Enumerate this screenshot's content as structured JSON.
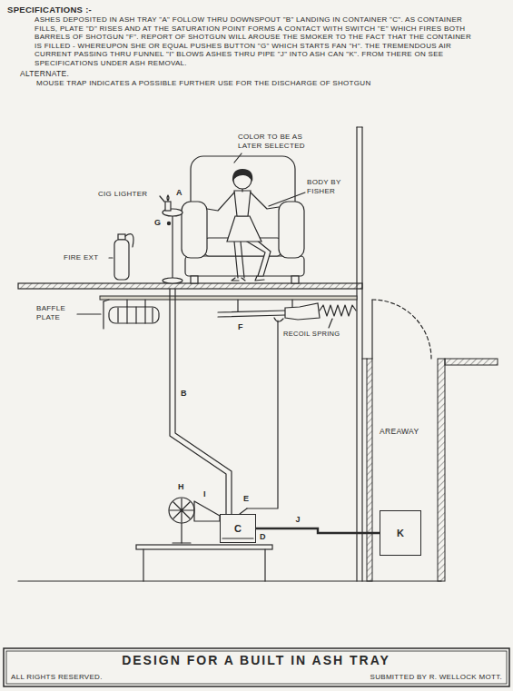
{
  "diagram": {
    "title": "DESIGN FOR A BUILT IN ASH TRAY",
    "nodes": [
      {
        "text": [
          "C"
        ]
      },
      {
        "text": [
          "K"
        ]
      }
    ],
    "edges": [
      {
        "from": 0,
        "to": 1,
        "arrow": "none",
        "label": "J"
      }
    ],
    "labels": [
      "SPECIFICATIONS :-",
      "ASHES DEPOSITED IN ASH TRAY \"A\" FOLLOW THRU DOWNSPOUT \"B\" LANDING IN CONTAINER \"C\". AS CONTAINER FILLS, PLATE \"D\" RISES AND AT THE SATURATION POINT FORMS A CONTACT WITH SWITCH \"E\" WHICH FIRES BOTH BARRELS OF SHOTGUN \"F\". REPORT OF SHOTGUN WILL AROUSE THE SMOKER TO THE FACT THAT THE CONTAINER IS FILLED - WHEREUPON SHE OR EQUAL PUSHES BUTTON \"G\" WHICH STARTS FAN \"H\". THE TREMENDOUS AIR CURRENT PASSING THRU FUNNEL \"I\" BLOWS ASHES THRU PIPE \"J\" INTO ASH CAN \"K\". FROM THERE ON SEE SPECIFICATIONS UNDER ASH REMOVAL.",
      "ALTERNATE.",
      "MOUSE TRAP INDICATES A POSSIBLE FURTHER USE FOR THE DISCHARGE OF SHOTGUN",
      "COLOR TO BE AS LATER SELECTED",
      "BODY BY FISHER",
      "CIG LIGHTER",
      "G",
      "A",
      "FIRE EXT",
      "BAFFLE PLATE",
      "F",
      "RECOIL SPRING",
      "B",
      "AREAWAY",
      "H",
      "I",
      "E",
      "D",
      "ALL RIGHTS RESERVED.",
      "SUBMITTED BY R. WELLOCK MOTT."
    ]
  }
}
